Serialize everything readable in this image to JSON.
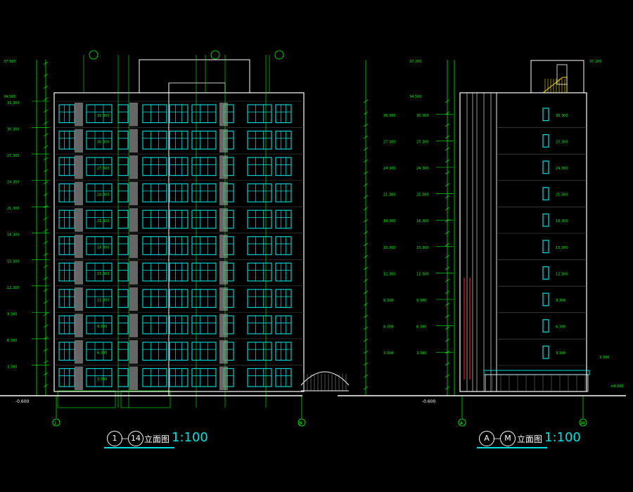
{
  "drawings": [
    {
      "id": "front",
      "axis_start": "1",
      "axis_end": "14",
      "title_text": "立面图",
      "scale": "1:100",
      "ground_level": "-0.600",
      "roof_levels": [
        "37.500",
        "34.500"
      ],
      "floor_levels": [
        "3.300",
        "6.300",
        "9.300",
        "12.300",
        "15.300",
        "18.300",
        "21.300",
        "24.300",
        "27.300",
        "30.300",
        "33.300"
      ],
      "bottom_axis_labels": [
        "1",
        "N"
      ]
    },
    {
      "id": "side",
      "axis_start": "A",
      "axis_end": "M",
      "title_text": "立面图",
      "scale": "1:100",
      "ground_level": "-0.600",
      "roof_levels": [
        "37.200",
        "34.500"
      ],
      "floor_levels": [
        "3.300",
        "6.300",
        "9.300",
        "12.300",
        "15.300",
        "18.300",
        "21.300",
        "24.300",
        "27.300",
        "30.300"
      ],
      "right_levels": [
        "3.300",
        "6.300",
        "9.300",
        "12.300",
        "15.300",
        "18.300",
        "21.300",
        "24.300",
        "27.300",
        "30.300"
      ],
      "bottom_axis_labels": [
        "A",
        "M"
      ],
      "podium_level": "3.300",
      "podium_ground": "±0.000"
    }
  ],
  "colors": {
    "background": "#000000",
    "outline": "#ffffff",
    "window": "#00e0e0",
    "dimension": "#00ff00",
    "accent": "#ff3030"
  }
}
